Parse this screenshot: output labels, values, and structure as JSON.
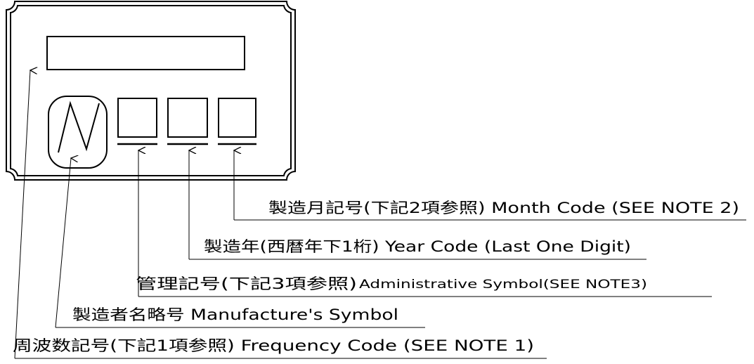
{
  "labels": {
    "month_code": "製造月記号(下記2項参照) Month Code (SEE NOTE  2)",
    "year_code": "製造年(西暦年下1桁) Year Code (Last One Digit)",
    "admin_jp": "管理記号(下記3項参照) ",
    "admin_en": "Administrative Symbol(SEE NOTE3)",
    "manufacturer": "製造者名略号  Manufacture's Symbol",
    "frequency": "周波数記号(下記1項参照) Frequency Code (SEE NOTE  1)"
  },
  "colors": {
    "line": "#000000",
    "background": "#ffffff"
  },
  "icons": {
    "frequency_symbol": "sine-wave-icon"
  }
}
